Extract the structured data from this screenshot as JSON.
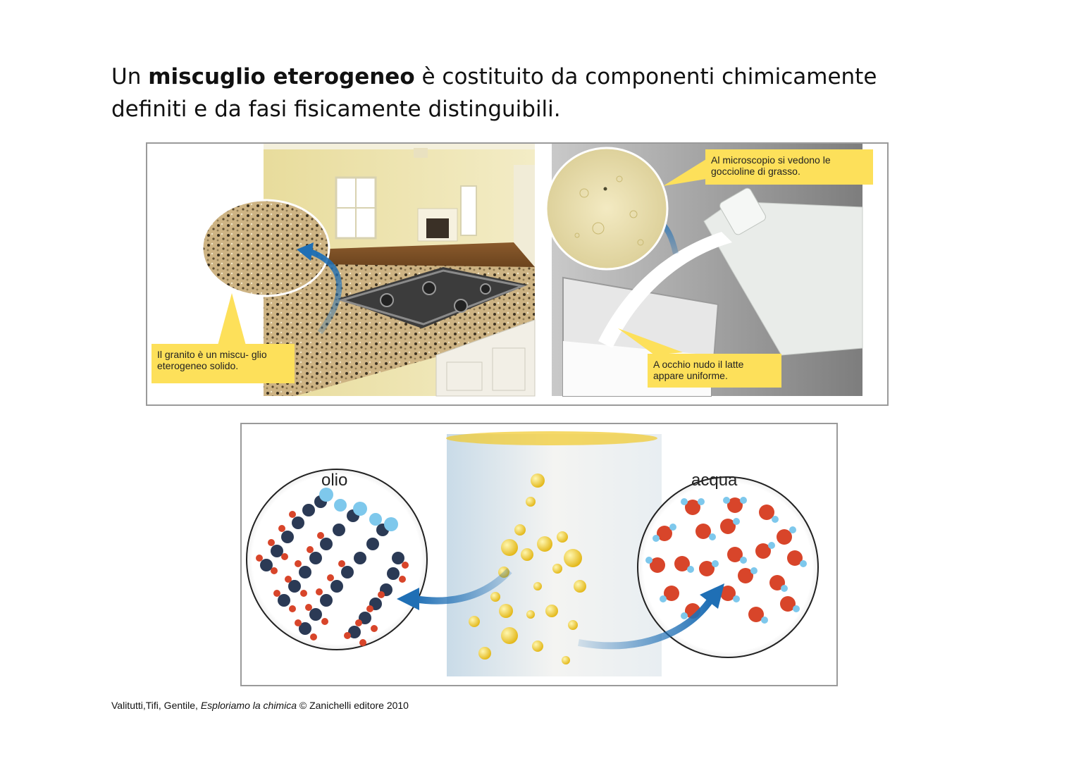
{
  "heading": {
    "prefix": "Un ",
    "bold": "miscuglio eterogeneo",
    "suffix": " è costituito da componenti chimicamente definiti e da fasi fisicamente distinguibili."
  },
  "top_figure": {
    "granite_caption": "Il granito è un miscu- glio eterogeneo solido.",
    "microscope_caption": "Al microscopio si vedono le goccioline di grasso.",
    "milk_caption": "A occhio nudo il latte appare uniforme."
  },
  "bottom_figure": {
    "oil_label": "olio",
    "water_label": "acqua"
  },
  "credit": {
    "authors": "Valitutti,Tifi, Gentile, ",
    "book": "Esploriamo la chimica",
    "publisher": " ©  Zanichelli editore 2010"
  },
  "colors": {
    "caption_bg": "#fde05a",
    "arrow_blue": "#1f6fb5",
    "carbon": "#2b3a55",
    "oxygen": "#d8452a",
    "hydrogen": "#7ec8ec"
  }
}
